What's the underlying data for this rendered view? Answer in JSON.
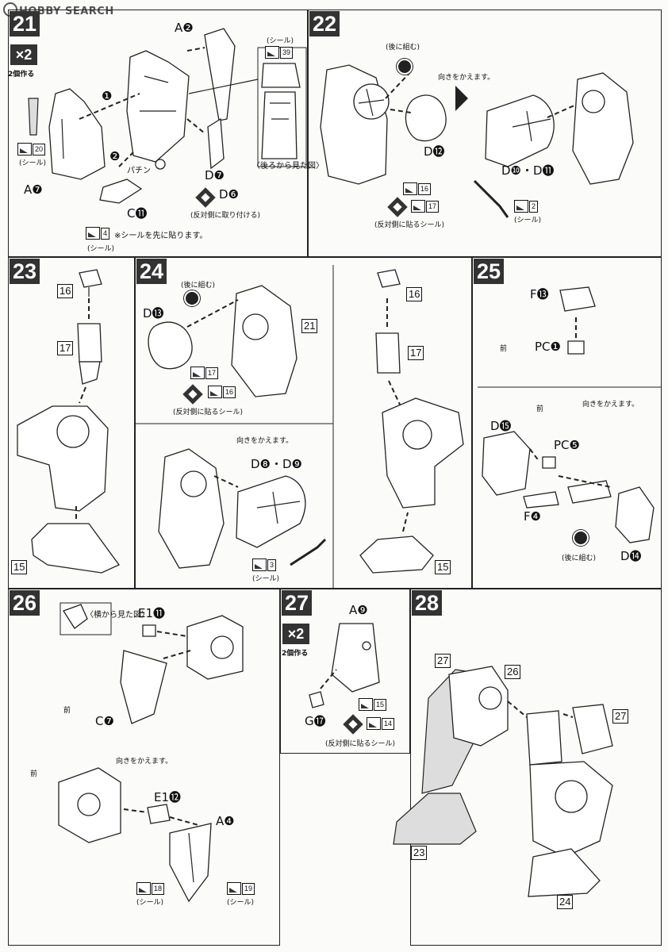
{
  "watermark": "HOBBY SEARCH",
  "steps": {
    "s21": {
      "num": "21",
      "mult": "×2",
      "make": "2個作る",
      "labels": {
        "a2": "A❷",
        "a7": "A❼",
        "d7": "D❼",
        "c11": "C⓫",
        "d6": "D❻",
        "chin": "パチン",
        "seal_label": "(シール)",
        "side_note": "〈後ろから見た図〉",
        "reverse_note": "(反対側に取り付ける)",
        "pre_note": "※シールを先に貼ります。",
        "seal_bottom": "(シール)",
        "n1": "❶",
        "n2": "❷"
      },
      "stickers": {
        "s20": "20",
        "s39": "39",
        "s4": "4"
      }
    },
    "s22": {
      "num": "22",
      "labels": {
        "combine": "(後に組む)",
        "d12": "D⓬",
        "turn": "向きをかえます。",
        "d10_11": "D❿・D⓫",
        "reverse": "(反対側に貼るシール)",
        "seal": "(シール)"
      },
      "stickers": {
        "s16": "16",
        "s17": "17",
        "s2": "2"
      }
    },
    "s23": {
      "num": "23",
      "boxes": {
        "b16": "16",
        "b17": "17",
        "b15": "15"
      }
    },
    "s24": {
      "num": "24",
      "labels": {
        "combine": "(後に組む)",
        "d13": "D⓭",
        "reverse": "(反対側に貼るシール)",
        "turn": "向きをかえます。",
        "d8_9": "D❽・D❾",
        "seal": "(シール)"
      },
      "boxes": {
        "b21": "21",
        "b16": "16",
        "b17": "17",
        "b15": "15"
      },
      "stickers": {
        "s17": "17",
        "s16": "16",
        "s3": "3"
      }
    },
    "s25": {
      "num": "25",
      "labels": {
        "f13": "F⓭",
        "pc1": "PC❶",
        "front": "前",
        "turn": "向きをかえます。",
        "d15": "D⓯",
        "pc5": "PC❺",
        "f4": "F❹",
        "combine": "(後に組む)",
        "d14": "D⓮",
        "front2": "前"
      }
    },
    "s26": {
      "num": "26",
      "labels": {
        "side_view": "〈横から見た図〉",
        "e1_11": "E1⓫",
        "front": "前",
        "c7": "C❼",
        "turn": "向きをかえます。",
        "e1_12": "E1⓬",
        "a4": "A❹",
        "front2": "前",
        "seal1": "(シール)",
        "seal2": "(シール)"
      },
      "stickers": {
        "s18": "18",
        "s19": "19"
      }
    },
    "s27": {
      "num": "27",
      "mult": "×2",
      "make": "2個作る",
      "labels": {
        "a9": "A❾",
        "g17": "G⓱",
        "reverse": "(反対側に貼るシール)"
      },
      "stickers": {
        "s15": "15",
        "s14": "14"
      }
    },
    "s28": {
      "num": "28",
      "boxes": {
        "b27a": "27",
        "b26": "26",
        "b27b": "27",
        "b23": "23",
        "b24": "24"
      }
    }
  }
}
